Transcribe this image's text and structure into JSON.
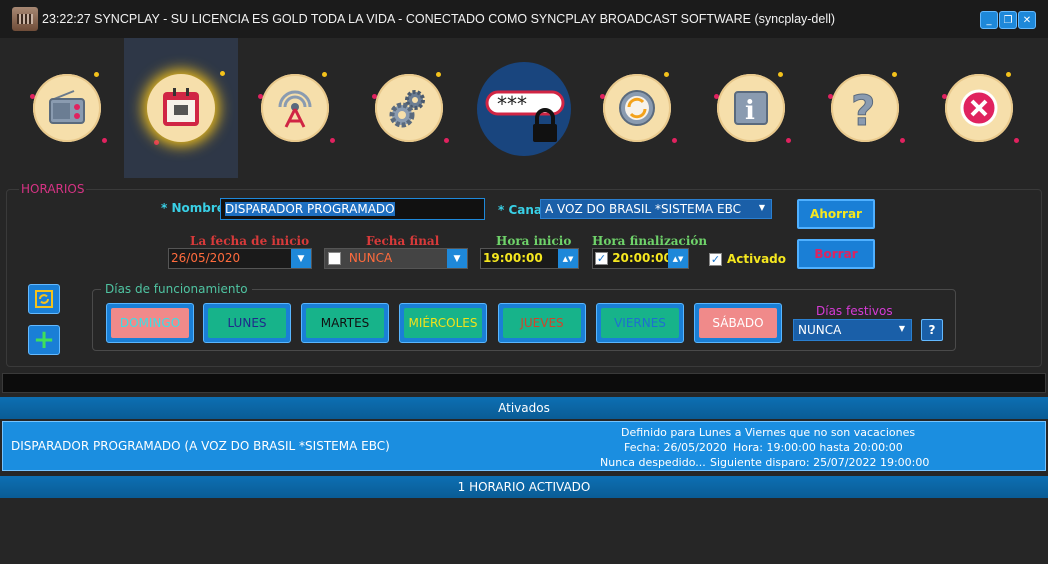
{
  "window": {
    "title": "23:22:27  SYNCPLAY - SU LICENCIA ES GOLD TODA LA VIDA - CONECTADO COMO SYNCPLAY BROADCAST SOFTWARE (syncplay-dell)"
  },
  "toolbar": [
    {
      "icon": "radio-icon",
      "selected": false
    },
    {
      "icon": "calendar-icon",
      "selected": true
    },
    {
      "icon": "antenna-icon",
      "selected": false
    },
    {
      "icon": "gears-icon",
      "selected": false
    },
    {
      "icon": "password-lock-icon",
      "selected": false
    },
    {
      "icon": "sync-icon",
      "selected": false
    },
    {
      "icon": "info-icon",
      "selected": false
    },
    {
      "icon": "help-icon",
      "selected": false
    },
    {
      "icon": "close-icon",
      "selected": false
    }
  ],
  "section": {
    "legend": "HORARIOS"
  },
  "form": {
    "nombre_label": "* Nombre",
    "nombre_value": "DISPARADOR PROGRAMADO",
    "canal_label": "* Canal",
    "canal_value": "A VOZ DO BRASIL *SISTEMA EBC",
    "fecha_inicio_label": "La fecha de inicio",
    "fecha_inicio_value": "26/05/2020",
    "fecha_final_label": "Fecha final",
    "fecha_final_value": "NUNCA",
    "hora_inicio_label": "Hora  inicio",
    "hora_inicio_value": "19:00:00",
    "hora_final_label": "Hora finalización",
    "hora_final_value": "20:00:00",
    "activado_label": "Activado",
    "save_label": "Ahorrar",
    "delete_label": "Borrar"
  },
  "days": {
    "legend": "Días de funcionamiento",
    "items": [
      {
        "label": "DOMINGO",
        "bg": "#f08a8a",
        "fg": "#39e0e6"
      },
      {
        "label": "LUNES",
        "bg": "#17b38a",
        "fg": "#1f2a8a"
      },
      {
        "label": "MARTES",
        "bg": "#17b38a",
        "fg": "#111111"
      },
      {
        "label": "MIÉRCOLES",
        "bg": "#17b38a",
        "fg": "#f2e21a"
      },
      {
        "label": "JUEVES",
        "bg": "#17b38a",
        "fg": "#d0452a"
      },
      {
        "label": "VIERNES",
        "bg": "#17b38a",
        "fg": "#1e6fd0"
      },
      {
        "label": "SÁBADO",
        "bg": "#f08a8a",
        "fg": "#ffffff"
      }
    ],
    "festivos_label": "Días festivos",
    "festivos_value": "NUNCA",
    "help_label": "?"
  },
  "list": {
    "header": "Ativados",
    "row_name": "DISPARADOR PROGRAMADO (A VOZ DO BRASIL *SISTEMA EBC)",
    "row_line1": "Definido para Lunes a Viernes que no son vacaciones",
    "row_line2a": "Fecha: 26/05/2020",
    "row_line2b": "Hora: 19:00:00 hasta 20:00:00",
    "row_line3a": "Nunca despedido...",
    "row_line3b": "Siguiente disparo: 25/07/2022 19:00:00",
    "footer": "1 HORARIO ACTIVADO"
  }
}
